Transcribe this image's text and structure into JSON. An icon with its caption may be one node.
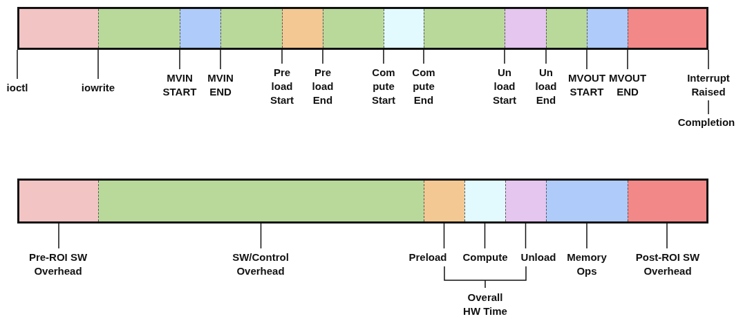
{
  "diagram": {
    "nodes": [
      {
        "text": [],
        "shape": "bar"
      },
      {
        "text": [],
        "shape": "bar"
      },
      {
        "text": [],
        "shape": "bar"
      },
      {
        "text": [],
        "shape": "bar"
      },
      {
        "text": [],
        "shape": "bar"
      },
      {
        "text": [],
        "shape": "bar"
      },
      {
        "text": [],
        "shape": "bar"
      },
      {
        "text": [],
        "shape": "bar"
      },
      {
        "text": [],
        "shape": "bar"
      },
      {
        "text": [],
        "shape": "bar"
      },
      {
        "text": [],
        "shape": "bar"
      },
      {
        "text": [],
        "shape": "bar"
      },
      {
        "text": [
          "ioctl"
        ]
      },
      {
        "text": [
          "iowrite"
        ]
      },
      {
        "text": [
          "MVIN START"
        ]
      },
      {
        "text": [
          "MVIN END"
        ]
      },
      {
        "text": [
          "Pre load Start"
        ]
      },
      {
        "text": [
          "Pre load End"
        ]
      },
      {
        "text": [
          "Com pute Start"
        ]
      },
      {
        "text": [
          "Com pute End"
        ]
      },
      {
        "text": [
          "Un load Start"
        ]
      },
      {
        "text": [
          "Un load End"
        ]
      },
      {
        "text": [
          "MVOUT START"
        ]
      },
      {
        "text": [
          "MVOUT END"
        ]
      },
      {
        "text": [
          "Interrupt Raised"
        ]
      },
      {
        "text": [
          "Completion"
        ]
      },
      {
        "text": [],
        "shape": "bar"
      },
      {
        "text": [],
        "shape": "bar"
      },
      {
        "text": [],
        "shape": "bar"
      },
      {
        "text": [],
        "shape": "bar"
      },
      {
        "text": [],
        "shape": "bar"
      },
      {
        "text": [],
        "shape": "bar"
      },
      {
        "text": [],
        "shape": "bar"
      },
      {
        "text": [
          "Pre-ROI SW Overhead"
        ]
      },
      {
        "text": [
          "SW/Control Overhead"
        ]
      },
      {
        "text": [
          "Preload"
        ]
      },
      {
        "text": [
          "Compute"
        ]
      },
      {
        "text": [
          "Unload"
        ]
      },
      {
        "text": [
          "Memory Ops"
        ]
      },
      {
        "text": [
          "Post-ROI SW Overhead"
        ]
      }
    ],
    "edges": [
      {
        "from": 12,
        "to": 0,
        "arrow": "none"
      },
      {
        "from": 13,
        "to": 0,
        "arrow": "none"
      },
      {
        "from": 14,
        "to": 2,
        "arrow": "none"
      },
      {
        "from": 15,
        "to": 2,
        "arrow": "none"
      },
      {
        "from": 16,
        "to": 4,
        "arrow": "none"
      },
      {
        "from": 17,
        "to": 4,
        "arrow": "none"
      },
      {
        "from": 18,
        "to": 6,
        "arrow": "none"
      },
      {
        "from": 19,
        "to": 6,
        "arrow": "none"
      },
      {
        "from": 20,
        "to": 8,
        "arrow": "none"
      },
      {
        "from": 21,
        "to": 8,
        "arrow": "none"
      },
      {
        "from": 22,
        "to": 10,
        "arrow": "none"
      },
      {
        "from": 23,
        "to": 10,
        "arrow": "none"
      },
      {
        "from": 24,
        "to": 11,
        "arrow": "none"
      },
      {
        "from": 24,
        "to": 25,
        "arrow": "none"
      },
      {
        "from": 33,
        "to": 26,
        "arrow": "none"
      },
      {
        "from": 34,
        "to": 27,
        "arrow": "none"
      },
      {
        "from": 35,
        "to": 28,
        "arrow": "none"
      },
      {
        "from": 36,
        "to": 29,
        "arrow": "none"
      },
      {
        "from": 37,
        "to": 30,
        "arrow": "none"
      },
      {
        "from": 38,
        "to": 31,
        "arrow": "none"
      },
      {
        "from": 39,
        "to": 32,
        "arrow": "none"
      }
    ],
    "labels": [
      "Overall HW Time"
    ]
  }
}
